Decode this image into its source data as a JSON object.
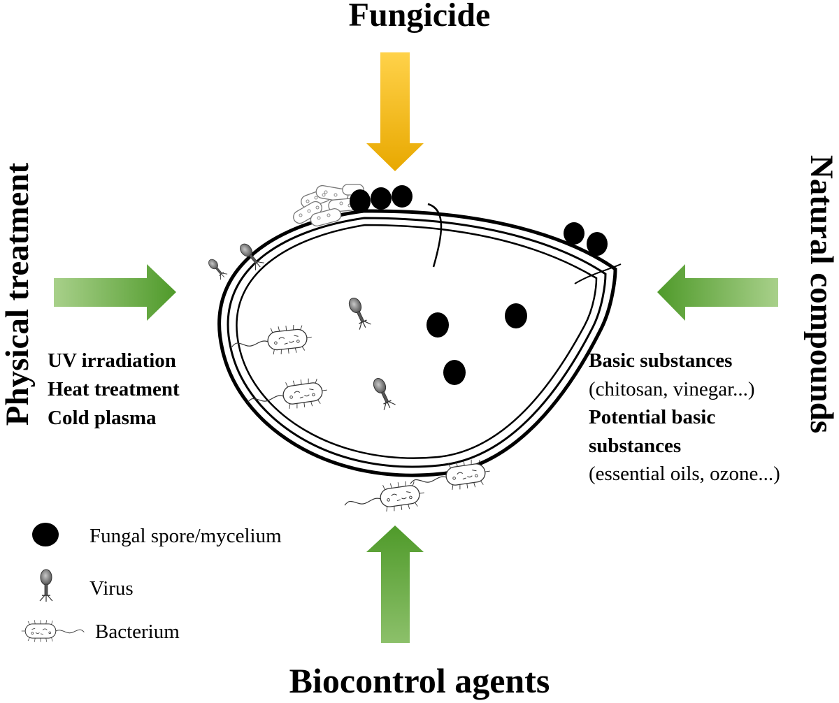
{
  "titles": {
    "top": "Fungicide",
    "left": "Physical treatment",
    "right": "Natural compounds",
    "bottom": "Biocontrol agents"
  },
  "physical_treatments": [
    "UV irradiation",
    "Heat treatment",
    "Cold plasma"
  ],
  "natural_compounds": {
    "basic_title": "Basic substances",
    "basic_examples": "(chitosan, vinegar...)",
    "potential_title_line1": "Potential basic",
    "potential_title_line2": "substances",
    "potential_examples": "(essential oils, ozone...)"
  },
  "legend": {
    "fungal": "Fungal spore/mycelium",
    "virus": "Virus",
    "bacterium": "Bacterium"
  },
  "colors": {
    "fungicide_arrow": "#f5b400",
    "treatment_arrow": "#5fa83a",
    "outline": "#000000"
  }
}
